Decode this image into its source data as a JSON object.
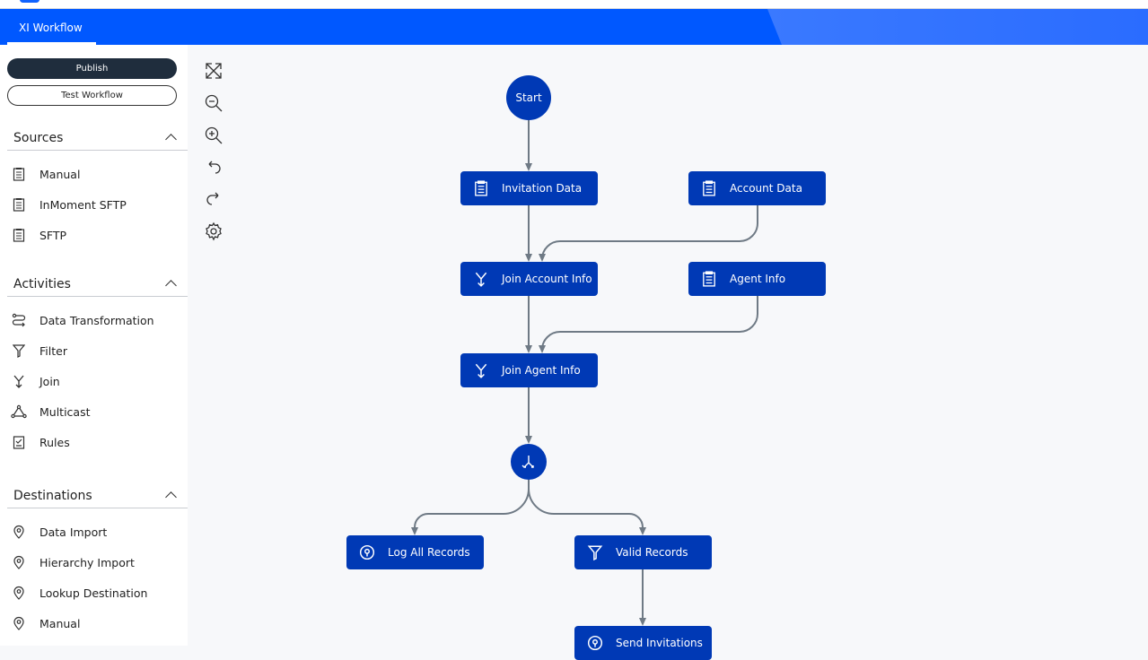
{
  "header": {
    "tab": "XI Workflow"
  },
  "sidebar": {
    "publish": "Publish",
    "test": "Test Workflow",
    "sources": {
      "title": "Sources",
      "items": [
        "Manual",
        "InMoment SFTP",
        "SFTP"
      ]
    },
    "activities": {
      "title": "Activities",
      "items": [
        "Data Transformation",
        "Filter",
        "Join",
        "Multicast",
        "Rules"
      ]
    },
    "destinations": {
      "title": "Destinations",
      "items": [
        "Data Import",
        "Hierarchy Import",
        "Lookup Destination",
        "Manual"
      ]
    }
  },
  "canvas": {
    "start": "Start",
    "nodes": {
      "invitation": "Invitation Data",
      "account": "Account Data",
      "join_account": "Join Account Info",
      "agent": "Agent Info",
      "join_agent": "Join Agent Info",
      "log": "Log All Records",
      "valid": "Valid Records",
      "send": "Send Invitations"
    }
  },
  "colors": {
    "header": "#0058ff",
    "node": "#0039b5",
    "edge": "#6f7a85"
  }
}
